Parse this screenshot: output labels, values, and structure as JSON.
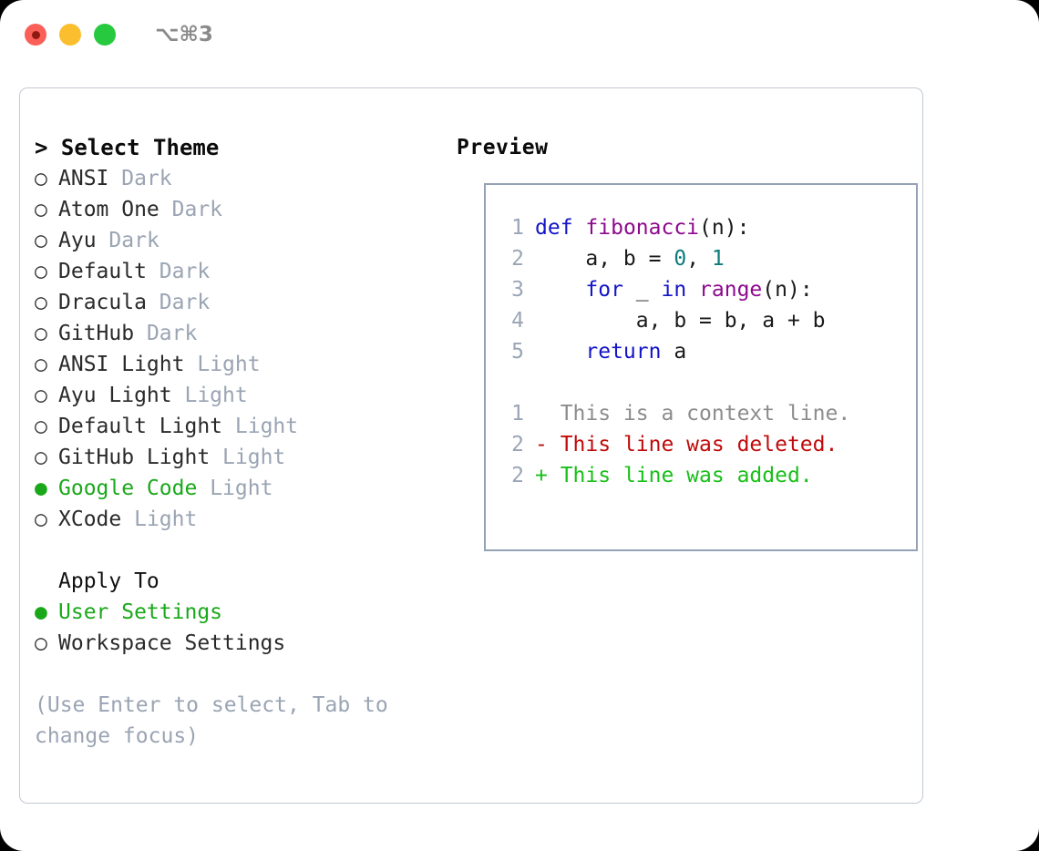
{
  "window": {
    "traffic_lights": [
      {
        "name": "close",
        "color": "#fb6058"
      },
      {
        "name": "minimize",
        "color": "#fbbe2f"
      },
      {
        "name": "zoom",
        "color": "#27ca3f"
      }
    ],
    "shortcut_label": "⌥⌘3"
  },
  "theme_picker": {
    "heading": "> Select Theme",
    "options": [
      {
        "bullet": "○",
        "label": "ANSI",
        "category": "Dark",
        "selected": false
      },
      {
        "bullet": "○",
        "label": "Atom One",
        "category": "Dark",
        "selected": false
      },
      {
        "bullet": "○",
        "label": "Ayu",
        "category": "Dark",
        "selected": false
      },
      {
        "bullet": "○",
        "label": "Default",
        "category": "Dark",
        "selected": false
      },
      {
        "bullet": "○",
        "label": "Dracula",
        "category": "Dark",
        "selected": false
      },
      {
        "bullet": "○",
        "label": "GitHub",
        "category": "Dark",
        "selected": false
      },
      {
        "bullet": "○",
        "label": "ANSI Light",
        "category": "Light",
        "selected": false
      },
      {
        "bullet": "○",
        "label": "Ayu Light",
        "category": "Light",
        "selected": false
      },
      {
        "bullet": "○",
        "label": "Default Light",
        "category": "Light",
        "selected": false
      },
      {
        "bullet": "○",
        "label": "GitHub Light",
        "category": "Light",
        "selected": false
      },
      {
        "bullet": "●",
        "label": "Google Code",
        "category": "Light",
        "selected": true
      },
      {
        "bullet": "○",
        "label": "XCode",
        "category": "Light",
        "selected": false
      }
    ]
  },
  "apply_to": {
    "title": "Apply To",
    "options": [
      {
        "bullet": "●",
        "label": "User Settings",
        "selected": true
      },
      {
        "bullet": "○",
        "label": "Workspace Settings",
        "selected": false
      }
    ]
  },
  "hint": "(Use Enter to select, Tab to change focus)",
  "preview": {
    "heading": "Preview",
    "code_lines": [
      {
        "lno": "1",
        "tokens": [
          {
            "t": "def",
            "c": "kw"
          },
          {
            "t": " ",
            "c": "pln"
          },
          {
            "t": "fibonacci",
            "c": "fn"
          },
          {
            "t": "(n):",
            "c": "pln"
          }
        ]
      },
      {
        "lno": "2",
        "tokens": [
          {
            "t": "    a, b = ",
            "c": "pln"
          },
          {
            "t": "0",
            "c": "num"
          },
          {
            "t": ", ",
            "c": "pln"
          },
          {
            "t": "1",
            "c": "num"
          }
        ]
      },
      {
        "lno": "3",
        "tokens": [
          {
            "t": "    ",
            "c": "pln"
          },
          {
            "t": "for",
            "c": "kw"
          },
          {
            "t": " _ ",
            "c": "pln"
          },
          {
            "t": "in",
            "c": "kw"
          },
          {
            "t": " ",
            "c": "pln"
          },
          {
            "t": "range",
            "c": "fn"
          },
          {
            "t": "(n):",
            "c": "pln"
          }
        ]
      },
      {
        "lno": "4",
        "tokens": [
          {
            "t": "        a, b = b, a + b",
            "c": "pln"
          }
        ]
      },
      {
        "lno": "5",
        "tokens": [
          {
            "t": "    ",
            "c": "pln"
          },
          {
            "t": "return",
            "c": "kw"
          },
          {
            "t": " a",
            "c": "pln"
          }
        ]
      }
    ],
    "diff_lines": [
      {
        "lno": "1",
        "marker": "  ",
        "text": "This is a context line.",
        "kind": "diff-ctx"
      },
      {
        "lno": "2",
        "marker": "- ",
        "text": "This line was deleted.",
        "kind": "diff-del"
      },
      {
        "lno": "2",
        "marker": "+ ",
        "text": "This line was added.",
        "kind": "diff-add"
      }
    ]
  }
}
